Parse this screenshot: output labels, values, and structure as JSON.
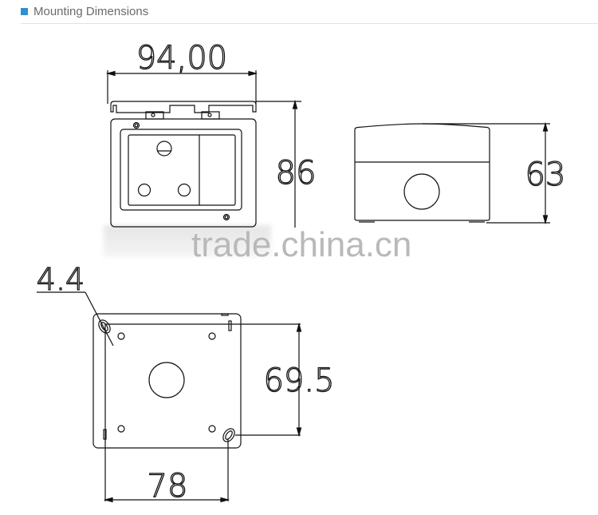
{
  "header": {
    "title": "Mounting Dimensions",
    "accent_color": "#2f8fd0"
  },
  "drawing": {
    "front_view": {
      "width_label": "94,00",
      "height_label": "86"
    },
    "side_view": {
      "height_label": "63"
    },
    "rear_view": {
      "hole_diameter_label": "4.4",
      "vertical_spacing_label": "69.5",
      "horizontal_spacing_label": "78"
    }
  },
  "watermark": "trade.china.cn"
}
